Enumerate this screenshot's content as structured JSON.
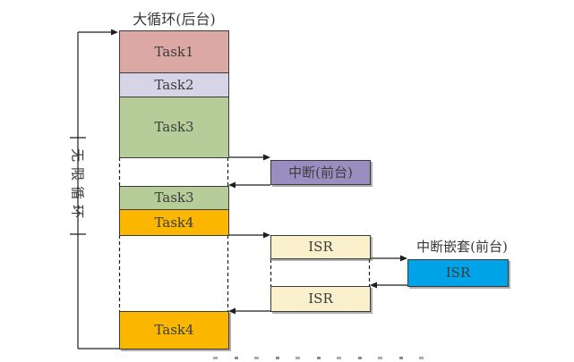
{
  "title": "大循环(后台)",
  "infinite_loop_label": "无限循环",
  "column": {
    "boxes": [
      {
        "label": "Task1",
        "color": "#dba8a4"
      },
      {
        "label": "Task2",
        "color": "#d8d4e7"
      },
      {
        "label": "Task3",
        "color": "#b6cd99"
      },
      {
        "label": "Task3",
        "color": "#b6cd99"
      },
      {
        "label": "Task4",
        "color": "#fbb600"
      },
      {
        "label": "Task4",
        "color": "#fbb600"
      }
    ]
  },
  "foreground": {
    "interrupt_box": {
      "label": "中断(前台)",
      "color": "#9a8ec1"
    },
    "isr_boxes": [
      {
        "label": "ISR",
        "color": "#fbf0cc"
      },
      {
        "label": "ISR",
        "color": "#fbf0cc"
      }
    ],
    "nested_title": "中断嵌套(前台)",
    "nested_isr": {
      "label": "ISR",
      "color": "#00a3e8"
    }
  },
  "colors": {
    "border": "#3a3a3a",
    "line": "#1f1f1f",
    "text": "#383838",
    "background": "#ffffff"
  }
}
